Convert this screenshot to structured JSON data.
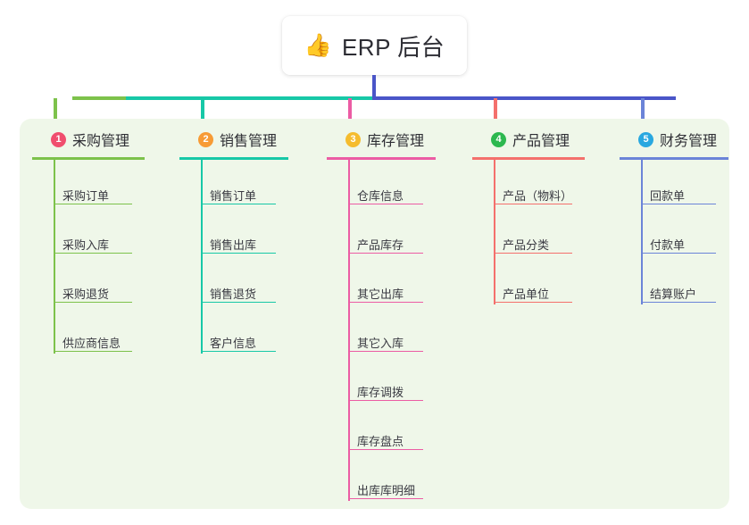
{
  "root": {
    "icon": "thumbs-up-icon",
    "icon_glyph": "👍",
    "title": "ERP 后台"
  },
  "colors": {
    "panel_bg": "#eff7e9",
    "page_bg": "#ffffff",
    "root_stem": "#4a55c8",
    "bar_green": "#7dc24b",
    "bar_teal": "#17c8a7",
    "bar_blue": "#4a55c8"
  },
  "columns": [
    {
      "index": "1",
      "title": "采购管理",
      "badge_color": "#f04e6e",
      "line_color": "#7dc24b",
      "items": [
        "采购订单",
        "采购入库",
        "采购退货",
        "供应商信息"
      ]
    },
    {
      "index": "2",
      "title": "销售管理",
      "badge_color": "#f79b35",
      "line_color": "#17c8a7",
      "items": [
        "销售订单",
        "销售出库",
        "销售退货",
        "客户信息"
      ]
    },
    {
      "index": "3",
      "title": "库存管理",
      "badge_color": "#f5bc2e",
      "line_color": "#ec5ca4",
      "items": [
        "仓库信息",
        "产品库存",
        "其它出库",
        "其它入库",
        "库存调拨",
        "库存盘点",
        "出库库明细"
      ]
    },
    {
      "index": "4",
      "title": "产品管理",
      "badge_color": "#2cb84f",
      "line_color": "#f4706c",
      "items": [
        "产品（物料）",
        "产品分类",
        "产品单位"
      ]
    },
    {
      "index": "5",
      "title": "财务管理",
      "badge_color": "#29a8e0",
      "line_color": "#6b84d8",
      "items": [
        "回款单",
        "付款单",
        "结算账户"
      ]
    }
  ]
}
